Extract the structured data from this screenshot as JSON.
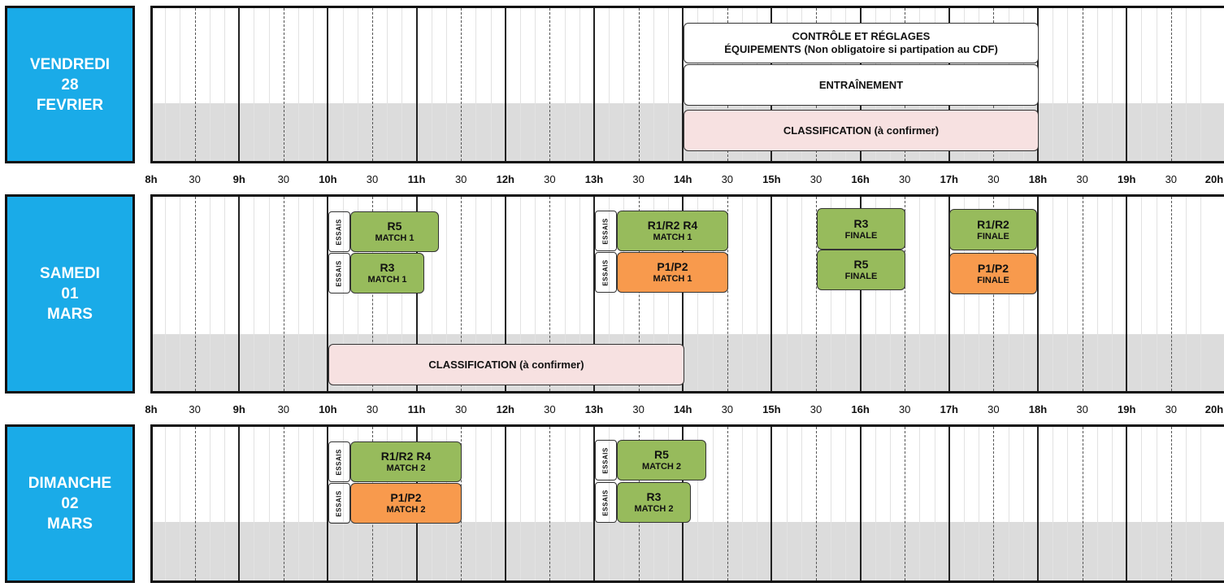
{
  "colors": {
    "day_label_bg": "#1aabe8",
    "green": "#97bb5c",
    "orange": "#f89a4d",
    "pink": "#f7e1e1",
    "grey_band": "#dcdcdc"
  },
  "axis_labels": [
    "8h",
    "30",
    "9h",
    "30",
    "10h",
    "30",
    "11h",
    "30",
    "12h",
    "30",
    "13h",
    "30",
    "14h",
    "30",
    "15h",
    "30",
    "16h",
    "30",
    "17h",
    "30",
    "18h",
    "30",
    "19h",
    "30",
    "20h"
  ],
  "days": {
    "friday": {
      "line1": "VENDREDI",
      "line2": "28",
      "line3": "FEVRIER"
    },
    "saturday": {
      "line1": "SAMEDI",
      "line2": "01",
      "line3": "MARS"
    },
    "sunday": {
      "line1": "DIMANCHE",
      "line2": "02",
      "line3": "MARS"
    }
  },
  "friday_events": {
    "controle": {
      "line1": "CONTRÔLE ET RÉGLAGES",
      "line2": "ÉQUIPEMENTS (Non obligatoire si partipation au CDF)",
      "start": "14:00",
      "end": "18:00"
    },
    "entrainement": {
      "label": "ENTRAÎNEMENT",
      "start": "14:00",
      "end": "18:00"
    },
    "classification": {
      "label": "CLASSIFICATION (à confirmer)",
      "start": "14:00",
      "end": "18:00"
    }
  },
  "saturday_events": {
    "essais_label": "ESSAIS",
    "r5_match1": {
      "title": "R5",
      "sub": "MATCH 1"
    },
    "r3_match1": {
      "title": "R3",
      "sub": "MATCH 1"
    },
    "r1r2r4_match1": {
      "title": "R1/R2  R4",
      "sub": "MATCH 1"
    },
    "p1p2_match1": {
      "title": "P1/P2",
      "sub": "MATCH 1"
    },
    "r3_finale": {
      "title": "R3",
      "sub": "FINALE"
    },
    "r5_finale": {
      "title": "R5",
      "sub": "FINALE"
    },
    "r1r2_finale": {
      "title": "R1/R2",
      "sub": "FINALE"
    },
    "p1p2_finale": {
      "title": "P1/P2",
      "sub": "FINALE"
    },
    "classification": {
      "label": "CLASSIFICATION (à confirmer)",
      "start": "10:00",
      "end": "14:00"
    }
  },
  "sunday_events": {
    "essais_label": "ESSAIS",
    "r1r2r4_match2": {
      "title": "R1/R2  R4",
      "sub": "MATCH 2"
    },
    "p1p2_match2": {
      "title": "P1/P2",
      "sub": "MATCH 2"
    },
    "r5_match2": {
      "title": "R5",
      "sub": "MATCH 2"
    },
    "r3_match2": {
      "title": "R3",
      "sub": "MATCH 2"
    }
  }
}
